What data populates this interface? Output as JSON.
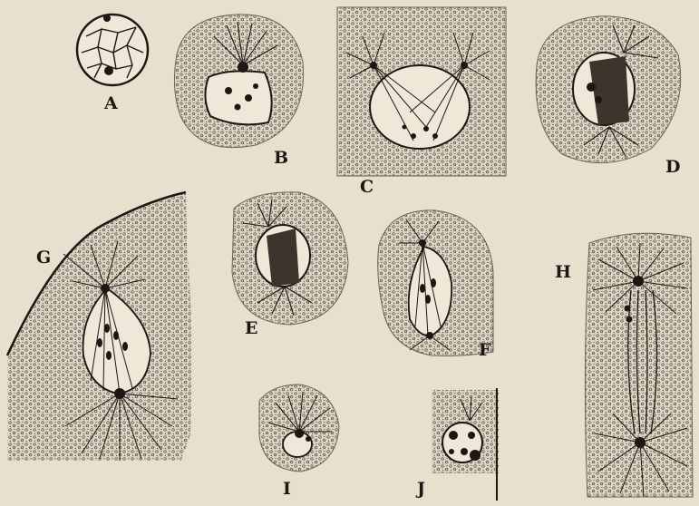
{
  "figures": [
    {
      "id": "A",
      "label": "A"
    },
    {
      "id": "B",
      "label": "B"
    },
    {
      "id": "C",
      "label": "C"
    },
    {
      "id": "D",
      "label": "D"
    },
    {
      "id": "E",
      "label": "E"
    },
    {
      "id": "F",
      "label": "F"
    },
    {
      "id": "G",
      "label": "G"
    },
    {
      "id": "H",
      "label": "H"
    },
    {
      "id": "I",
      "label": "I"
    },
    {
      "id": "J",
      "label": "J"
    }
  ],
  "colors": {
    "paper": "#e8dfcf",
    "ink": "#1c1712",
    "stipple": "#5a5148"
  }
}
